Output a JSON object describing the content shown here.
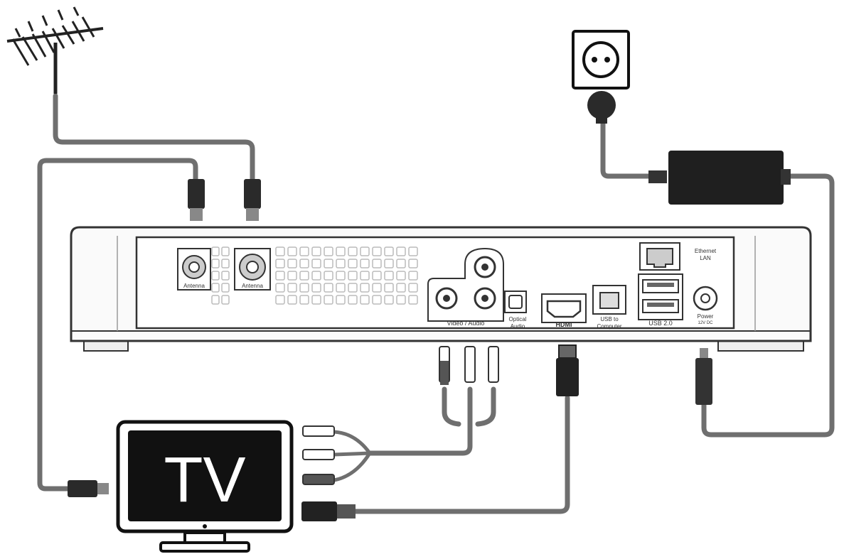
{
  "tv": {
    "label": "TV"
  },
  "device": {
    "ports": {
      "antenna_in": "Antenna",
      "antenna_out": "Antenna",
      "video_audio": "Video / Audio",
      "optical_audio_line1": "Optical",
      "optical_audio_line2": "Audio",
      "hdmi": "HDMI",
      "usb_computer_line1": "USB to",
      "usb_computer_line2": "Computer",
      "usb": "USB 2.0",
      "ethernet_line1": "Ethernet",
      "ethernet_line2": "LAN",
      "power": "Power",
      "power_sub": "12V DC"
    }
  },
  "colors": {
    "cable": "#7a7a7a",
    "outline": "#222222",
    "screen": "#111111"
  }
}
